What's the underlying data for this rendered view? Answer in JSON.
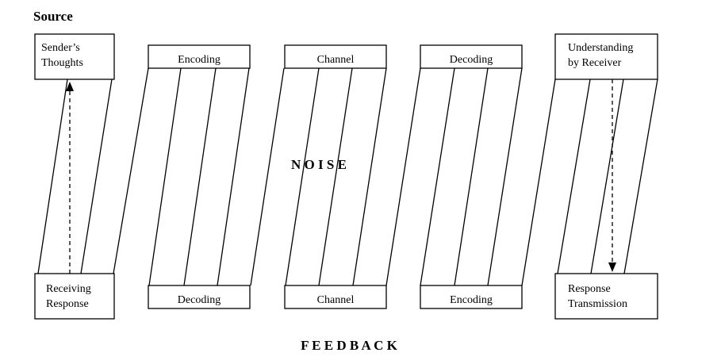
{
  "heading": "Source",
  "boxes": {
    "sender_thoughts": [
      "Sender’s",
      "Thoughts"
    ],
    "encoding_top": "Encoding",
    "channel_top": "Channel",
    "decoding_top": "Decoding",
    "understanding_receiver": [
      "Understanding",
      "by Receiver"
    ],
    "receiving_response": [
      "Receiving",
      "Response"
    ],
    "decoding_bottom": "Decoding",
    "channel_bottom": "Channel",
    "encoding_bottom": "Encoding",
    "response_transmission": [
      "Response",
      "Transmission"
    ]
  },
  "noise_label": "N O I S E",
  "feedback_label": "F E E D B A C K"
}
